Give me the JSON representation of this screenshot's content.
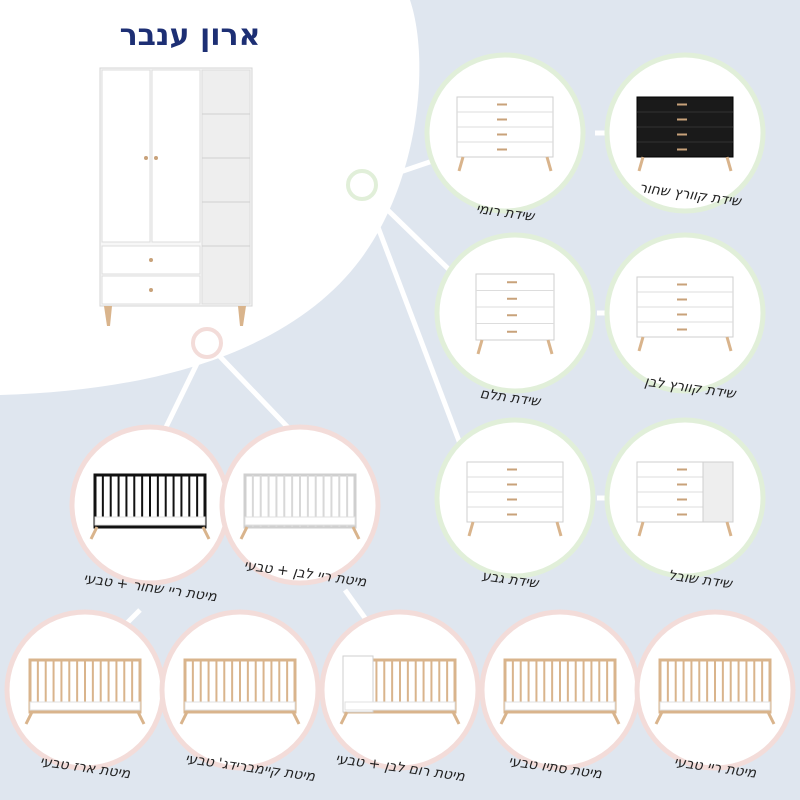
{
  "page": {
    "title": "ארון ענבר",
    "background": "#dfe6ef",
    "colors": {
      "line": "#ffffff",
      "dresser_ring": "#e1efd9",
      "crib_ring": "#f3dcd9",
      "title": "#1d2f74"
    }
  },
  "wardrobe": {
    "icon": "wardrobe-image"
  },
  "dressers": [
    {
      "label": "שידת רומי",
      "icon": "white-dresser-image"
    },
    {
      "label": "שידת קוורץ שחור",
      "icon": "black-dresser-image"
    },
    {
      "label": "שידת תלם",
      "icon": "white-tall-dresser-image"
    },
    {
      "label": "שידת קוורץ לבן",
      "icon": "white-dresser-image"
    },
    {
      "label": "שידת גבע",
      "icon": "white-dresser-image"
    },
    {
      "label": "שידת שובל",
      "icon": "white-dresser-shelves-image"
    }
  ],
  "cribs": [
    {
      "label": "מיטת ריי שחור + טבעי",
      "icon": "black-crib-image"
    },
    {
      "label": "מיטת ריי לבן + טבעי",
      "icon": "white-crib-image"
    },
    {
      "label": "מיטת ארז טבעי",
      "icon": "wood-crib-image"
    },
    {
      "label": "מיטת קיימברידג' טבעי",
      "icon": "wood-crib-image"
    },
    {
      "label": "מיטת רום לבן + טבעי",
      "icon": "white-wood-crib-image"
    },
    {
      "label": "מיטת סתיו טבעי",
      "icon": "wood-crib-image"
    },
    {
      "label": "מיטת ריי טבעי",
      "icon": "wood-crib-image"
    }
  ]
}
